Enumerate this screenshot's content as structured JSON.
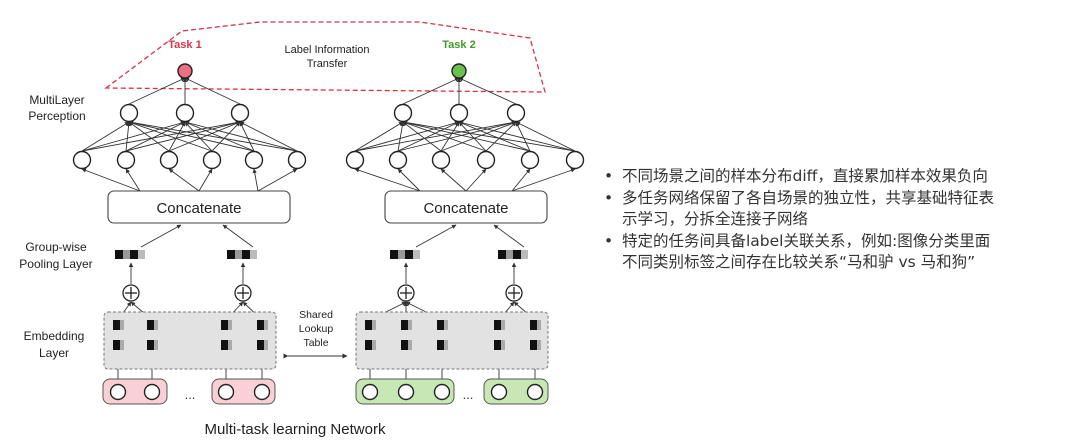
{
  "diagram": {
    "task1": "Task 1",
    "task2": "Task 2",
    "transfer_line1": "Label Information",
    "transfer_line2": "Transfer",
    "mlp_line1": "MultiLayer",
    "mlp_line2": "Perception",
    "concat_left": "Concatenate",
    "concat_right": "Concatenate",
    "pool_line1": "Group-wise",
    "pool_line2": "Pooling Layer",
    "emb_line1": "Embedding",
    "emb_line2": "Layer",
    "shared_line1": "Shared",
    "shared_line2": "Lookup",
    "shared_line3": "Table",
    "ellipsis_left": "...",
    "ellipsis_right": "...",
    "caption": "Multi-task learning Network",
    "colors": {
      "task1": "#d9334a",
      "task2": "#3e9a2c",
      "task1_node": "#ee6f7f",
      "task2_node": "#69c24b",
      "pink_input": "#f8d0d6",
      "green_input": "#c7e7b4",
      "embed_box": "#e2e2e2"
    }
  },
  "bullets": [
    {
      "dot": "•",
      "lines": [
        "不同场景之间的样本分布diff，直接累加样本效果负向"
      ]
    },
    {
      "dot": "•",
      "lines": [
        "多任务网络保留了各自场景的独立性，共享基础特征表",
        "示学习，分拆全连接子网络"
      ]
    },
    {
      "dot": "•",
      "lines": [
        "特定的任务间具备label关联关系，例如:图像分类里面",
        "不同类别标签之间存在比较关系“马和驴  vs 马和狗”"
      ]
    }
  ]
}
